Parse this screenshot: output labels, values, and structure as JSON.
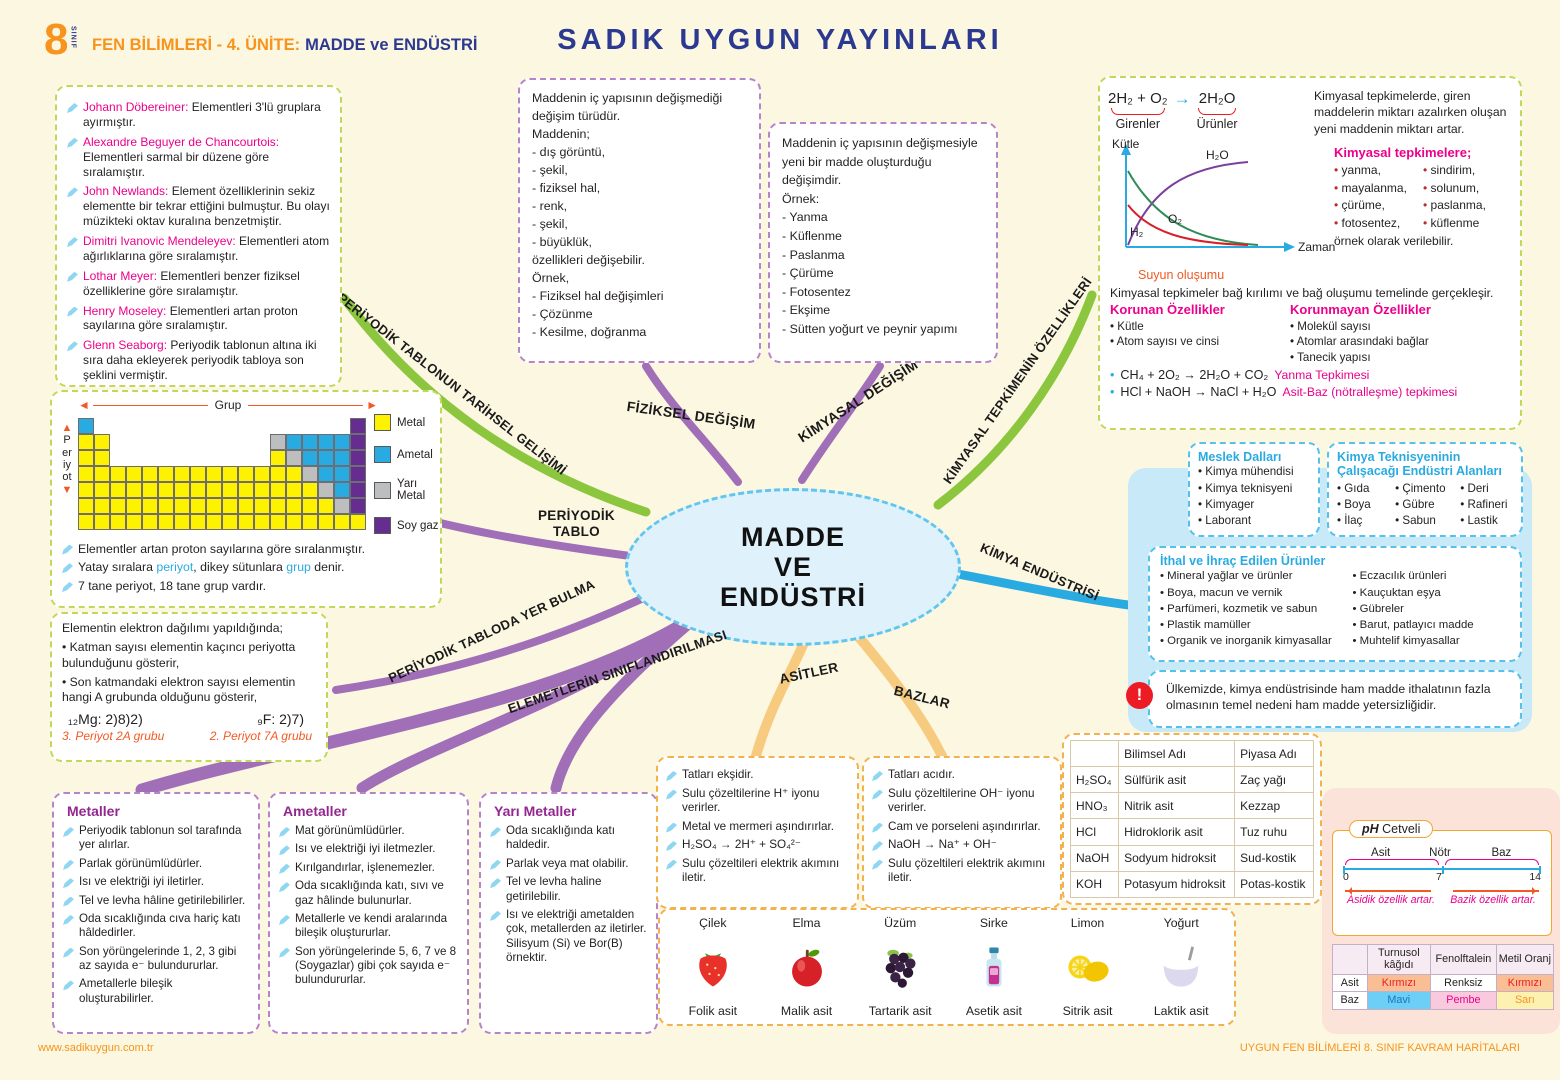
{
  "header": {
    "grade": "8",
    "grade_side": "SINIF",
    "course": "FEN BİLİMLERİ - 4. ÜNİTE:",
    "unit": "MADDE ve ENDÜSTRİ",
    "publisher": "SADIK UYGUN YAYINLARI"
  },
  "center": {
    "l1": "MADDE",
    "l2": "VE",
    "l3": "ENDÜSTRİ"
  },
  "branches": {
    "historical": "PERİYODİK TABLONUN TARİHSEL GELİŞİMİ",
    "physical": "FİZİKSEL DEĞİŞİM",
    "chemical": "KİMYASAL DEĞİŞİM",
    "reaction_props": "KİMYASAL TEPKİMENİN ÖZELLİKLERİ",
    "periodic_l1": "PERİYODİK",
    "periodic_l2": "TABLO",
    "industry": "KİMYA ENDÜSTRİSİ",
    "find_place": "PERİYODİK TABLODA YER BULMA",
    "classification": "ELEMETLERİN SINIFLANDIRILMASI",
    "acids": "ASİTLER",
    "bases": "BAZLAR"
  },
  "scientists": {
    "items": [
      {
        "name": "Johann Döbereiner:",
        "text": " Elementleri 3'lü gruplara ayırmıştır."
      },
      {
        "name": "Alexandre Beguyer de Chancourtois:",
        "text": " Elementleri sarmal bir düzene göre sıralamıştır."
      },
      {
        "name": "John Newlands:",
        "text": " Element özelliklerinin sekiz elementte bir tekrar ettiğini bulmuştur. Bu olayı müzikteki oktav kuralına benzetmiştir."
      },
      {
        "name": "Dimitri Ivanovic Mendeleyev:",
        "text": " Elementleri atom ağırlıklarına göre sıralamıştır."
      },
      {
        "name": "Lothar Meyer:",
        "text": " Elementleri benzer fiziksel özelliklerine göre sıralamıştır."
      },
      {
        "name": "Henry Moseley:",
        "text": " Elementleri artan proton sayılarına göre sıralamıştır."
      },
      {
        "name": "Glenn Seaborg:",
        "text": " Periyodik tablonun altına iki sıra daha ekleyerek periyodik tabloya son şeklini vermiştir."
      }
    ]
  },
  "periodic": {
    "grup_label": "Grup",
    "periyot_label": "Periyot",
    "legend": [
      {
        "label": "Metal",
        "color": "#FFF200"
      },
      {
        "label": "Ametal",
        "color": "#29ABE2"
      },
      {
        "label": "Yarı Metal",
        "color": "#BCBEC0"
      },
      {
        "label": "Soy gaz",
        "color": "#662D91"
      }
    ],
    "grid": [
      "B................P",
      "YY..........GBBBBP",
      "YY..........YGBBBP",
      "YYYYYYYYYYYYYYGBBP",
      "YYYYYYYYYYYYYYYGBP",
      "YYYYYYYYYYYYYYYYGP",
      "YYYYYYYYYYYYYYYYYY"
    ],
    "note1": "Elementler artan proton sayılarına göre sıralanmıştır.",
    "note2": {
      "p1": "Yatay sıralara ",
      "periyot": "periyot",
      "p2": ", dikey sütunlara ",
      "grup": "grup",
      "p3": " denir."
    },
    "note3": "7 tane periyot, 18 tane grup vardır."
  },
  "electron": {
    "title": "Elementin elektron dağılımı yapıldığında;",
    "b1": "Katman sayısı elementin kaçıncı periyotta bulunduğunu gösterir,",
    "b2": "Son katmandaki elektron sayısı elementin hangi A grubunda olduğunu gösterir,",
    "mg": "₁₂Mg: 2)8)2)",
    "mg_result": "3. Periyot 2A grubu",
    "f": "₉F: 2)7)",
    "f_result": "2. Periyot 7A grubu"
  },
  "physical_box": {
    "lines": [
      "Maddenin iç yapısının değişmediği değişim türüdür.",
      "Maddenin;",
      "- dış görüntü,",
      "- şekil,",
      "- fiziksel hal,",
      "- renk,",
      "- şekil,",
      "- büyüklük,",
      "özellikleri değişebilir.",
      "Örnek,",
      "- Fiziksel hal değişimleri",
      "- Çözünme",
      "- Kesilme, doğranma"
    ]
  },
  "chemical_box": {
    "lines": [
      "Maddenin iç yapısının değişmesiyle yeni bir madde oluşturduğu değişimdir.",
      "Örnek:",
      "- Yanma",
      "- Küflenme",
      "- Paslanma",
      "- Çürüme",
      "- Fotosentez",
      "- Ekşime",
      "- Sütten yoğurt ve peynir yapımı"
    ]
  },
  "reaction": {
    "eq_left": "2H₂ + O₂",
    "eq_right": "2H₂O",
    "arrow": "→",
    "girenler": "Girenler",
    "urunler": "Ürünler",
    "desc": "Kimyasal tepkimelerde, giren maddelerin miktarı azalırken oluşan yeni maddenin miktarı artar.",
    "graph": {
      "y": "Kütle",
      "x": "Zaman",
      "h2o": "H₂O",
      "o2": "O₂",
      "h2": "H₂",
      "caption": "Suyun oluşumu"
    },
    "types_title": "Kimyasal tepkimelere;",
    "types_col1": [
      "yanma,",
      "mayalanma,",
      "çürüme,",
      "fotosentez,"
    ],
    "types_col2": [
      "sindirim,",
      "solunum,",
      "paslanma,",
      "küflenme"
    ],
    "types_suffix": "örnek olarak verilebilir.",
    "bond_note": "Kimyasal tepkimeler bağ kırılımı ve bağ oluşumu temelinde gerçekleşir.",
    "conserved_title": "Korunan Özellikler",
    "conserved": [
      "Kütle",
      "Atom sayısı ve cinsi"
    ],
    "not_conserved_title": "Korunmayan Özellikler",
    "not_conserved": [
      "Molekül sayısı",
      "Atomlar arasındaki bağlar",
      "Tanecik yapısı"
    ],
    "eq1": "CH₄ + 2O₂ → 2H₂O + CO₂",
    "eq1_label": "Yanma Tepkimesi",
    "eq2": "HCl + NaOH → NaCl + H₂O",
    "eq2_label": "Asit-Baz (nötralleşme) tepkimesi"
  },
  "careers": {
    "title": "Meslek Dalları",
    "items": [
      "Kimya mühendisi",
      "Kimya teknisyeni",
      "Kimyager",
      "Laborant"
    ]
  },
  "areas": {
    "title_l1": "Kimya Teknisyeninin",
    "title_l2": "Çalışacağı Endüstri Alanları",
    "items": [
      "Gıda",
      "Çimento",
      "Deri",
      "Boya",
      "Gübre",
      "Rafineri",
      "İlaç",
      "Sabun",
      "Lastik"
    ]
  },
  "trade": {
    "title": "İthal ve İhraç Edilen Ürünler",
    "col1": [
      "Mineral yağlar ve ürünler",
      "Boya, macun ve vernik",
      "Parfümeri, kozmetik ve sabun",
      "Plastik mamüller",
      "Organik ve inorganik kimyasallar"
    ],
    "col2": [
      "Eczacılık ürünleri",
      "Kauçuktan eşya",
      "Gübreler",
      "Barut, patlayıcı madde",
      "Muhtelif kimyasallar"
    ]
  },
  "note": {
    "text": "Ülkemizde, kimya endüstrisinde ham madde ithalatının fazla olmasının temel nedeni ham madde yetersizliğidir.",
    "warn": "!"
  },
  "metals": {
    "title": "Metaller",
    "items": [
      "Periyodik tablonun sol tarafında yer alırlar.",
      "Parlak görünümlüdürler.",
      "Isı ve elektriği iyi iletirler.",
      "Tel ve levha hâline getirilebilirler.",
      "Oda sıcaklığında cıva hariç katı hâldedirler.",
      "Son yörüngelerinde 1, 2, 3 gibi az sayıda e⁻ bulundururlar.",
      "Ametallerle bileşik oluşturabilirler."
    ]
  },
  "nonmetals": {
    "title": "Ametaller",
    "items": [
      "Mat görünümlüdürler.",
      "Isı ve elektriği iyi iletmezler.",
      "Kırılgandırlar, işlenemezler.",
      "Oda sıcaklığında katı, sıvı ve gaz hâlinde bulunurlar.",
      "Metallerle ve kendi aralarında bileşik oluştururlar.",
      "Son yörüngelerinde 5, 6, 7 ve 8 (Soygazlar) gibi çok sayıda e⁻ bulundururlar."
    ]
  },
  "metalloids": {
    "title": "Yarı Metaller",
    "items": [
      "Oda sıcaklığında katı haldedir.",
      "Parlak veya mat olabilir.",
      "Tel ve levha haline getirilebilir.",
      "Isı ve elektriği ametalden çok, metallerden az iletirler. Silisyum (Si) ve Bor(B) örnektir."
    ]
  },
  "acids_box": {
    "items": [
      "Tatları ekşidir.",
      "Sulu çözeltilerine H⁺ iyonu verirler.",
      "Metal ve mermeri aşındırırlar.",
      "H₂SO₄ → 2H⁺ + SO₄²⁻",
      "Sulu çözeltileri elektrik akımını iletir."
    ]
  },
  "bases_box": {
    "items": [
      "Tatları acıdır.",
      "Sulu çözeltilerine OH⁻ iyonu verirler.",
      "Cam ve porseleni aşındırırlar.",
      "NaOH → Na⁺ + OH⁻",
      "Sulu çözeltileri elektrik akımını iletir."
    ]
  },
  "acid_table": {
    "headers": [
      "",
      "Bilimsel Adı",
      "Piyasa Adı"
    ],
    "rows": [
      [
        "H₂SO₄",
        "Sülfürik asit",
        "Zaç yağı"
      ],
      [
        "HNO₃",
        "Nitrik asit",
        "Kezzap"
      ],
      [
        "HCl",
        "Hidroklorik asit",
        "Tuz ruhu"
      ],
      [
        "NaOH",
        "Sodyum hidroksit",
        "Sud-kostik"
      ],
      [
        "KOH",
        "Potasyum hidroksit",
        "Potas-kostik"
      ]
    ]
  },
  "fruits": {
    "items": [
      {
        "name": "Çilek",
        "acid": "Folik asit"
      },
      {
        "name": "Elma",
        "acid": "Malik asit"
      },
      {
        "name": "Üzüm",
        "acid": "Tartarik asit"
      },
      {
        "name": "Sirke",
        "acid": "Asetik asit"
      },
      {
        "name": "Limon",
        "acid": "Sitrik asit"
      },
      {
        "name": "Yoğurt",
        "acid": "Laktik asit"
      }
    ]
  },
  "ph": {
    "title_b": "pH",
    "title_rest": " Cetveli",
    "asit": "Asit",
    "notr": "Nötr",
    "baz": "Baz",
    "t0": "0",
    "t7": "7",
    "t14": "14",
    "left_note": "Asidik özellik artar.",
    "right_note": "Bazik özellik artar."
  },
  "indicator": {
    "headers": [
      "Turnusol kâğıdı",
      "Fenolftalein",
      "Metil Oranj"
    ],
    "row_labels": [
      "Asit",
      "Baz"
    ],
    "cells": {
      "asit": [
        {
          "text": "Kırmızı",
          "bg": "#F9BE93",
          "fg": "#ED1C24"
        },
        {
          "text": "Renksiz",
          "bg": "#FFFFFF",
          "fg": "#231F20"
        },
        {
          "text": "Kırmızı",
          "bg": "#F9BE93",
          "fg": "#ED1C24"
        }
      ],
      "baz": [
        {
          "text": "Mavi",
          "bg": "#6DCFF6",
          "fg": "#1B75BB"
        },
        {
          "text": "Pembe",
          "bg": "#F9C9DE",
          "fg": "#EC008C"
        },
        {
          "text": "Sarı",
          "bg": "#FDF1B2",
          "fg": "#F7941D"
        }
      ]
    }
  },
  "footer": {
    "left": "www.sadikuygun.com.tr",
    "right": "UYGUN FEN BİLİMLERİ 8. SINIF KAVRAM HARİTALARI"
  },
  "colors": {
    "accent_orange": "#F7941D",
    "navy": "#2B3990",
    "pink": "#EC008C",
    "purple_title": "#93278F",
    "branch_green": "#8CC63E",
    "branch_purple": "#A06FB8",
    "branch_blue": "#29ABE2",
    "branch_yellow": "#F7CB7F",
    "metal": "#FFF200",
    "ametal": "#29ABE2",
    "yari_metal": "#BCBEC0",
    "soygaz": "#662D91",
    "background": "#FCF7E0"
  }
}
